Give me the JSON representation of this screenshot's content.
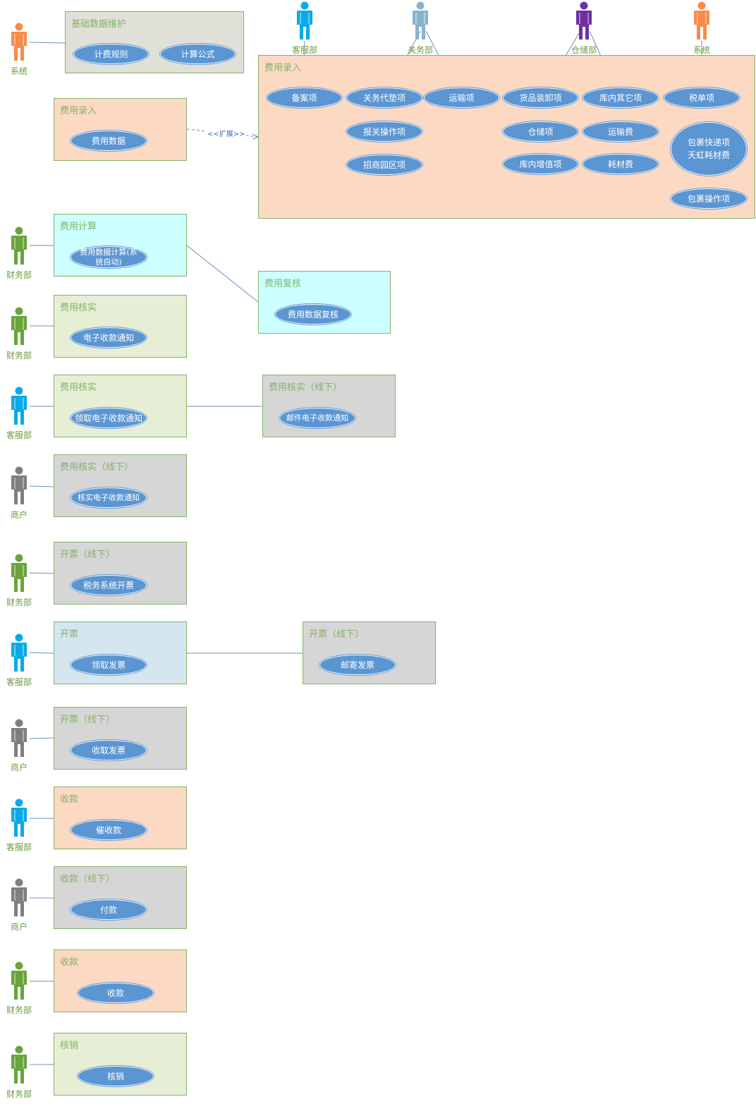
{
  "colors": {
    "usecase_fill": "#5b95d2",
    "box_border": "#82b366",
    "title_text": "#82b366",
    "line": "#6c8ebf",
    "fill_gray": "#e0e0d8",
    "fill_peach": "#fcd9c3",
    "fill_cyan": "#ccffff",
    "fill_green": "#e6eed5",
    "fill_lightgray": "#d6d6d6",
    "fill_blue": "#d6e6f0",
    "actor_orange": "#f88c4c",
    "actor_cyan": "#0aaae8",
    "actor_steel": "#87b3ce",
    "actor_purple": "#7030a0",
    "actor_green": "#6aa43c",
    "actor_gray": "#7f7f7f"
  },
  "actors": [
    {
      "id": "a1",
      "label": "系统",
      "color": "#f88c4c"
    },
    {
      "id": "a2",
      "label": "客服部",
      "color": "#0aaae8"
    },
    {
      "id": "a3",
      "label": "关务部",
      "color": "#87b3ce"
    },
    {
      "id": "a4",
      "label": "仓储部",
      "color": "#7030a0"
    },
    {
      "id": "a5",
      "label": "系统",
      "color": "#f88c4c"
    },
    {
      "id": "a6",
      "label": "财务部",
      "color": "#6aa43c"
    },
    {
      "id": "a7",
      "label": "财务部",
      "color": "#6aa43c"
    },
    {
      "id": "a8",
      "label": "客服部",
      "color": "#0aaae8"
    },
    {
      "id": "a9",
      "label": "商户",
      "color": "#7f7f7f"
    },
    {
      "id": "a10",
      "label": "财务部",
      "color": "#6aa43c"
    },
    {
      "id": "a11",
      "label": "客服部",
      "color": "#0aaae8"
    },
    {
      "id": "a12",
      "label": "商户",
      "color": "#7f7f7f"
    },
    {
      "id": "a13",
      "label": "客服部",
      "color": "#0aaae8"
    },
    {
      "id": "a14",
      "label": "商户",
      "color": "#7f7f7f"
    },
    {
      "id": "a15",
      "label": "财务部",
      "color": "#6aa43c"
    },
    {
      "id": "a16",
      "label": "财务部",
      "color": "#6aa43c"
    }
  ],
  "boxes": [
    {
      "id": "b1",
      "title": "基础数据维护",
      "fill": "#e0e0d8",
      "usecases": [
        "计费规则",
        "计算公式"
      ]
    },
    {
      "id": "b2",
      "title": "费用录入",
      "fill": "#fcd9c3",
      "usecases": [
        "备案项",
        "关务代垫项",
        "运输项",
        "货品装卸项",
        "库内其它项",
        "税单项",
        "报关操作项",
        "仓储项",
        "运输费",
        "招商园区项",
        "库内增值项",
        "耗材费",
        "包裹快递项\n天虹耗材费",
        "包裹操作项"
      ]
    },
    {
      "id": "b3",
      "title": "费用录入",
      "fill": "#fcd9c3",
      "usecases": [
        "费用数据"
      ]
    },
    {
      "id": "b4",
      "title": "费用计算",
      "fill": "#ccffff",
      "usecases": [
        "费用数据计算(系统自动)"
      ]
    },
    {
      "id": "b5",
      "title": "费用复核",
      "fill": "#ccffff",
      "usecases": [
        "费用数据复核"
      ]
    },
    {
      "id": "b6",
      "title": "费用核实",
      "fill": "#e6eed5",
      "usecases": [
        "电子收款通知"
      ]
    },
    {
      "id": "b7",
      "title": "费用核实",
      "fill": "#e6eed5",
      "usecases": [
        "领取电子收款通知"
      ]
    },
    {
      "id": "b8",
      "title": "费用核实（线下）",
      "fill": "#d6d6d6",
      "usecases": [
        "邮件电子收款通知"
      ]
    },
    {
      "id": "b9",
      "title": "费用核实（线下）",
      "fill": "#d6d6d6",
      "usecases": [
        "核实电子收款通知"
      ]
    },
    {
      "id": "b10",
      "title": "开票（线下）",
      "fill": "#d6d6d6",
      "usecases": [
        "税务系统开票"
      ]
    },
    {
      "id": "b11",
      "title": "开票",
      "fill": "#d6e6f0",
      "usecases": [
        "领取发票"
      ]
    },
    {
      "id": "b12",
      "title": "开票（线下）",
      "fill": "#d6d6d6",
      "usecases": [
        "邮寄发票"
      ]
    },
    {
      "id": "b13",
      "title": "开票（线下）",
      "fill": "#d6d6d6",
      "usecases": [
        "收取发票"
      ]
    },
    {
      "id": "b14",
      "title": "收款",
      "fill": "#fcd9c3",
      "usecases": [
        "催收款"
      ]
    },
    {
      "id": "b15",
      "title": "收款（线下）",
      "fill": "#d6d6d6",
      "usecases": [
        "付款"
      ]
    },
    {
      "id": "b16",
      "title": "收款",
      "fill": "#fcd9c3",
      "usecases": [
        "收款"
      ]
    },
    {
      "id": "b17",
      "title": "核销",
      "fill": "#e6eed5",
      "usecases": [
        "核销"
      ]
    }
  ],
  "extend_label": "<<扩展>>"
}
